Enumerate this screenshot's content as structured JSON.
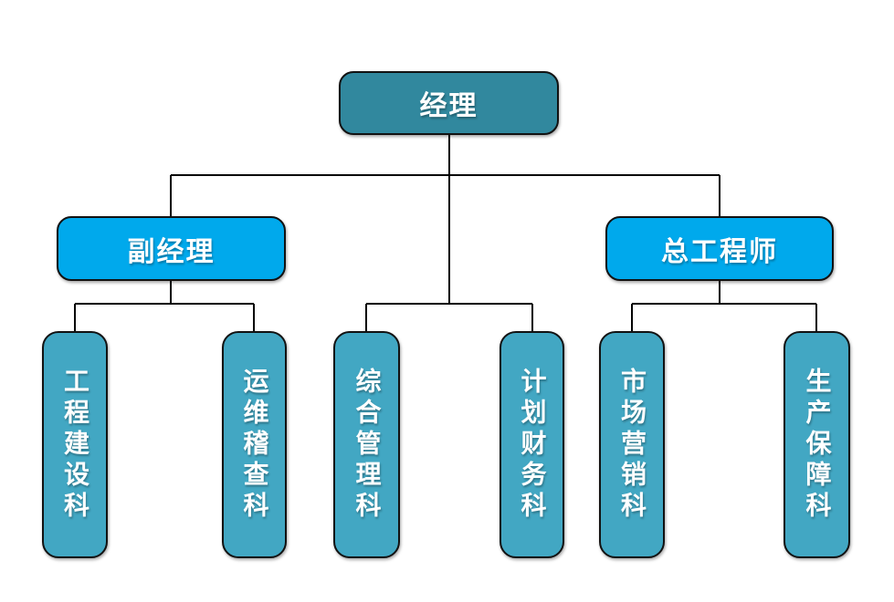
{
  "org_chart": {
    "root": {
      "label": "经理"
    },
    "managers": [
      {
        "label": "副经理"
      },
      {
        "label": "总工程师"
      }
    ],
    "departments": [
      {
        "label": "工程建设科",
        "parent": "副经理"
      },
      {
        "label": "运维稽查科",
        "parent": "副经理"
      },
      {
        "label": "综合管理科",
        "parent": "经理"
      },
      {
        "label": "计划财务科",
        "parent": "经理"
      },
      {
        "label": "市场营销科",
        "parent": "总工程师"
      },
      {
        "label": "生产保障科",
        "parent": "总工程师"
      }
    ],
    "colors": {
      "root_fill": "#31889E",
      "manager_fill": "#00A9EC",
      "department_fill": "#42A7C3",
      "text": "#FFFFFF",
      "connector": "#000000"
    }
  }
}
